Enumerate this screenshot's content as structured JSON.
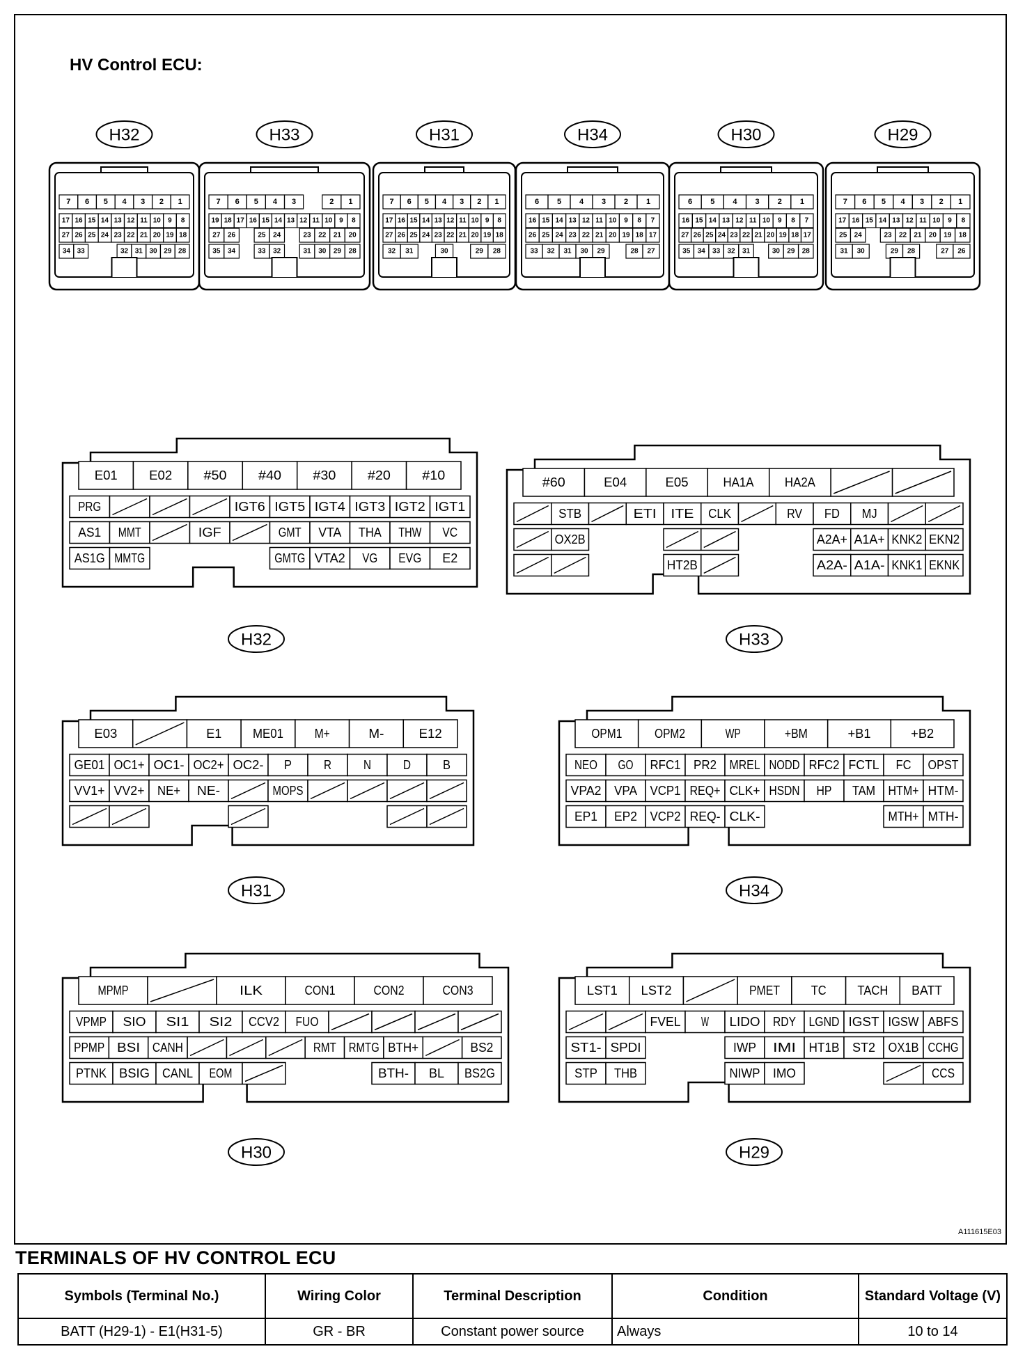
{
  "title": "HV Control ECU:",
  "figure_id": "A111615E03",
  "section_heading": "TERMINALS OF HV CONTROL ECU",
  "headers": [
    "Symbols (Terminal No.)",
    "Wiring Color",
    "Terminal Description",
    "Condition",
    "Standard Voltage (V)"
  ],
  "rows": [
    [
      "BATT (H29-1) - E1(H31-5)",
      "GR - BR",
      "Constant power source",
      "Always",
      "10 to 14"
    ]
  ],
  "connectors_top": [
    {
      "id": "H32",
      "rows": [
        [
          "7",
          "6",
          "5",
          "4",
          "3",
          "2",
          "1"
        ],
        [
          "17",
          "16",
          "15",
          "14",
          "13",
          "12",
          "11",
          "10",
          "9",
          "8"
        ],
        [
          "27",
          "26",
          "25",
          "24",
          "23",
          "22",
          "21",
          "20",
          "19",
          "18"
        ],
        [
          "34",
          "33",
          "",
          "",
          "32",
          "31",
          "30",
          "29",
          "28"
        ]
      ]
    },
    {
      "id": "H33",
      "rows": [
        [
          "7",
          "6",
          "5",
          "4",
          "3",
          "",
          "2",
          "1"
        ],
        [
          "19",
          "18",
          "17",
          "16",
          "15",
          "14",
          "13",
          "12",
          "11",
          "10",
          "9",
          "8"
        ],
        [
          "27",
          "26",
          "",
          "25",
          "24",
          "",
          "23",
          "22",
          "21",
          "20"
        ],
        [
          "35",
          "34",
          "",
          "33",
          "32",
          "",
          "31",
          "30",
          "29",
          "28"
        ]
      ]
    },
    {
      "id": "H31",
      "rows": [
        [
          "7",
          "6",
          "5",
          "4",
          "3",
          "2",
          "1"
        ],
        [
          "17",
          "16",
          "15",
          "14",
          "13",
          "12",
          "11",
          "10",
          "9",
          "8"
        ],
        [
          "27",
          "26",
          "25",
          "24",
          "23",
          "22",
          "21",
          "20",
          "19",
          "18"
        ],
        [
          "32",
          "31",
          "",
          "30",
          "",
          "29",
          "28"
        ]
      ]
    },
    {
      "id": "H34",
      "rows": [
        [
          "6",
          "5",
          "4",
          "3",
          "2",
          "1"
        ],
        [
          "16",
          "15",
          "14",
          "13",
          "12",
          "11",
          "10",
          "9",
          "8",
          "7"
        ],
        [
          "26",
          "25",
          "24",
          "23",
          "22",
          "21",
          "20",
          "19",
          "18",
          "17"
        ],
        [
          "33",
          "32",
          "31",
          "30",
          "29",
          "",
          "28",
          "27"
        ]
      ]
    },
    {
      "id": "H30",
      "rows": [
        [
          "6",
          "5",
          "4",
          "3",
          "2",
          "1"
        ],
        [
          "16",
          "15",
          "14",
          "13",
          "12",
          "11",
          "10",
          "9",
          "8",
          "7"
        ],
        [
          "27",
          "26",
          "25",
          "24",
          "23",
          "22",
          "21",
          "20",
          "19",
          "18",
          "17"
        ],
        [
          "35",
          "34",
          "33",
          "32",
          "31",
          "",
          "30",
          "29",
          "28"
        ]
      ]
    },
    {
      "id": "H29",
      "rows": [
        [
          "7",
          "6",
          "5",
          "4",
          "3",
          "2",
          "1"
        ],
        [
          "17",
          "16",
          "15",
          "14",
          "13",
          "12",
          "11",
          "10",
          "9",
          "8"
        ],
        [
          "25",
          "24",
          "",
          "23",
          "22",
          "21",
          "20",
          "19",
          "18"
        ],
        [
          "31",
          "30",
          "",
          "29",
          "28",
          "",
          "27",
          "26"
        ]
      ]
    }
  ],
  "pinouts": {
    "H32": {
      "label": "H32",
      "rows": [
        [
          "E01",
          "E02",
          "#50",
          "#40",
          "#30",
          "#20",
          "#10"
        ],
        [
          "PRG",
          "/",
          "/",
          "/",
          "IGT6",
          "IGT5",
          "IGT4",
          "IGT3",
          "IGT2",
          "IGT1"
        ],
        [
          "AS1",
          "MMT",
          "/",
          "IGF",
          "/",
          "GMT",
          "VTA",
          "THA",
          "THW",
          "VC"
        ],
        [
          "AS1G",
          "MMTG",
          "",
          "",
          "",
          "GMTG",
          "VTA2",
          "VG",
          "EVG",
          "E2"
        ]
      ]
    },
    "H33": {
      "label": "H33",
      "rows": [
        [
          "#60",
          "E04",
          "E05",
          "HA1A",
          "HA2A",
          "/",
          "/"
        ],
        [
          "/",
          "STB",
          "/",
          "ETI",
          "ITE",
          "CLK",
          "/",
          "RV",
          "FD",
          "MJ",
          "/",
          "/"
        ],
        [
          "/",
          "OX2B",
          "",
          "",
          "/",
          "/",
          "",
          "",
          "A2A+",
          "A1A+",
          "KNK2",
          "EKN2"
        ],
        [
          "/",
          "/",
          "",
          "",
          "HT2B",
          "/",
          "",
          "",
          "A2A-",
          "A1A-",
          "KNK1",
          "EKNK"
        ]
      ]
    },
    "H31": {
      "label": "H31",
      "rows": [
        [
          "E03",
          "/",
          "E1",
          "ME01",
          "M+",
          "M-",
          "E12"
        ],
        [
          "GE01",
          "OC1+",
          "OC1-",
          "OC2+",
          "OC2-",
          "P",
          "R",
          "N",
          "D",
          "B"
        ],
        [
          "VV1+",
          "VV2+",
          "NE+",
          "NE-",
          "/",
          "MOPS",
          "/",
          "/",
          "/",
          "/"
        ],
        [
          "/",
          "/",
          "",
          "",
          "/",
          "",
          "",
          "",
          "/",
          "/"
        ]
      ]
    },
    "H34": {
      "label": "H34",
      "rows": [
        [
          "OPM1",
          "OPM2",
          "WP",
          "+BM",
          "+B1",
          "+B2"
        ],
        [
          "NEO",
          "GO",
          "RFC1",
          "PR2",
          "MREL",
          "NODD",
          "RFC2",
          "FCTL",
          "FC",
          "OPST"
        ],
        [
          "VPA2",
          "VPA",
          "VCP1",
          "REQ+",
          "CLK+",
          "HSDN",
          "HP",
          "TAM",
          "HTM+",
          "HTM-"
        ],
        [
          "EP1",
          "EP2",
          "VCP2",
          "REQ-",
          "CLK-",
          "",
          "",
          "",
          "MTH+",
          "MTH-"
        ]
      ]
    },
    "H30": {
      "label": "H30",
      "rows": [
        [
          "MPMP",
          "/",
          "ILK",
          "CON1",
          "CON2",
          "CON3"
        ],
        [
          "VPMP",
          "SIO",
          "SI1",
          "SI2",
          "CCV2",
          "FUO",
          "/",
          "/",
          "/",
          "/"
        ],
        [
          "PPMP",
          "BSI",
          "CANH",
          "/",
          "/",
          "/",
          "RMT",
          "RMTG",
          "BTH+",
          "/",
          "BS2"
        ],
        [
          "PTNK",
          "BSIG",
          "CANL",
          "EOM",
          "/",
          "",
          "",
          "BTH-",
          "BL",
          "BS2G"
        ]
      ]
    },
    "H29": {
      "label": "H29",
      "rows": [
        [
          "LST1",
          "LST2",
          "/",
          "PMET",
          "TC",
          "TACH",
          "BATT"
        ],
        [
          "/",
          "/",
          "FVEL",
          "W",
          "LIDO",
          "RDY",
          "LGND",
          "IGST",
          "IGSW",
          "ABFS"
        ],
        [
          "ST1-",
          "SPDI",
          "",
          "",
          "IWP",
          "IMI",
          "HT1B",
          "ST2",
          "OX1B",
          "CCHG"
        ],
        [
          "STP",
          "THB",
          "",
          "",
          "NIWP",
          "IMO",
          "",
          "",
          "/",
          "CCS"
        ]
      ]
    }
  }
}
